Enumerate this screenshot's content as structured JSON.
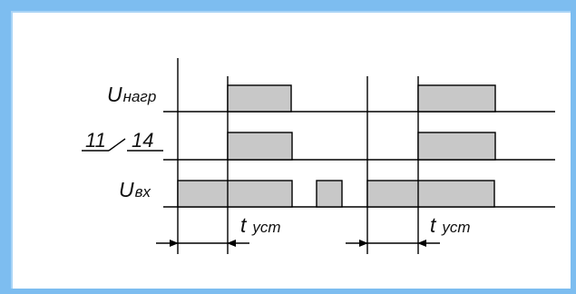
{
  "diagram": {
    "labels": {
      "u_load": {
        "main": "U",
        "sub": "нагр"
      },
      "contact": {
        "left": "11",
        "right": "14"
      },
      "u_in": {
        "main": "U",
        "sub": "вх"
      },
      "t_set_1": {
        "main": "t",
        "sub": "уст"
      },
      "t_set_2": {
        "main": "t",
        "sub": "уст"
      }
    },
    "colors": {
      "frame": "#7dbdf0",
      "pulse_fill": "#c8c8c8",
      "line": "#000000"
    }
  }
}
